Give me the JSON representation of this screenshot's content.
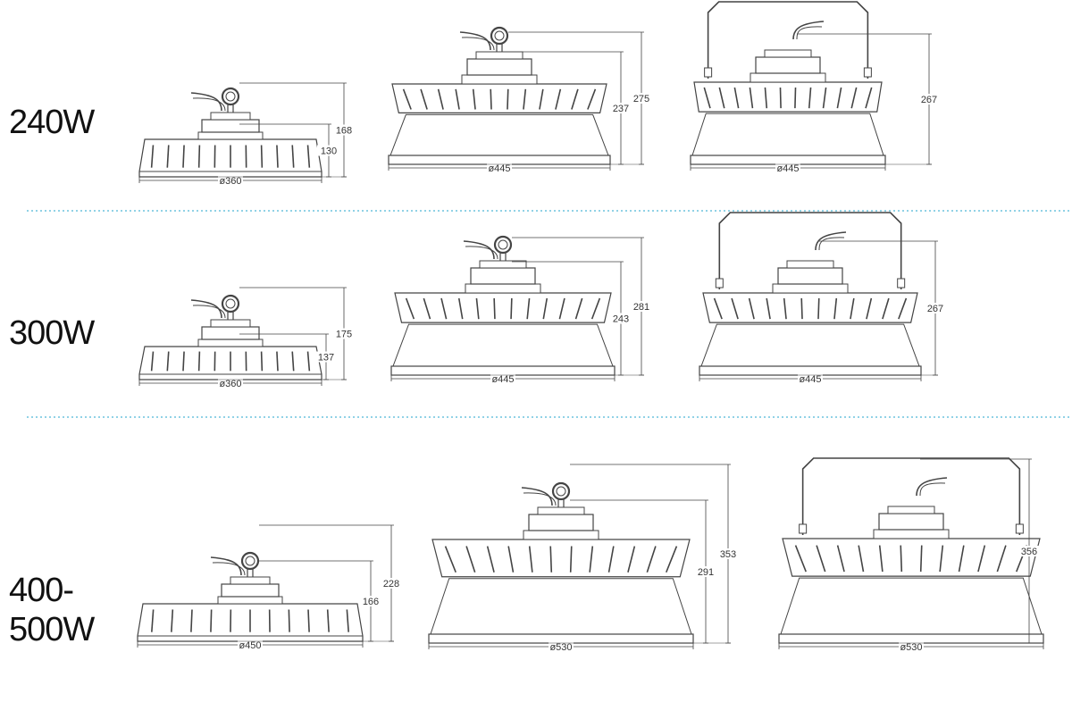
{
  "rows": [
    {
      "label": "240W",
      "lamps": [
        {
          "style": "flat",
          "hook": "ring",
          "diameter_label": "ø360",
          "heights": [
            "130",
            "168"
          ]
        },
        {
          "style": "reflector",
          "hook": "ring",
          "diameter_label": "ø445",
          "heights": [
            "237",
            "275"
          ]
        },
        {
          "style": "reflector",
          "hook": "bracket",
          "diameter_label": "ø445",
          "heights": [
            "267"
          ]
        }
      ]
    },
    {
      "label": "300W",
      "lamps": [
        {
          "style": "flat",
          "hook": "ring",
          "diameter_label": "ø360",
          "heights": [
            "137",
            "175"
          ]
        },
        {
          "style": "reflector",
          "hook": "ring",
          "diameter_label": "ø445",
          "heights": [
            "243",
            "281"
          ]
        },
        {
          "style": "reflector",
          "hook": "bracket",
          "diameter_label": "ø445",
          "heights": [
            "267"
          ]
        }
      ]
    },
    {
      "label": "400-\n500W",
      "lamps": [
        {
          "style": "flat",
          "hook": "ring",
          "diameter_label": "ø450",
          "heights": [
            "166",
            "228"
          ]
        },
        {
          "style": "reflector",
          "hook": "ring",
          "diameter_label": "ø530",
          "heights": [
            "291",
            "353"
          ]
        },
        {
          "style": "reflector",
          "hook": "bracket",
          "diameter_label": "ø530",
          "heights": [
            "356"
          ]
        }
      ]
    }
  ],
  "colors": {
    "line": "#444444",
    "divider": "#4fb6d8"
  }
}
